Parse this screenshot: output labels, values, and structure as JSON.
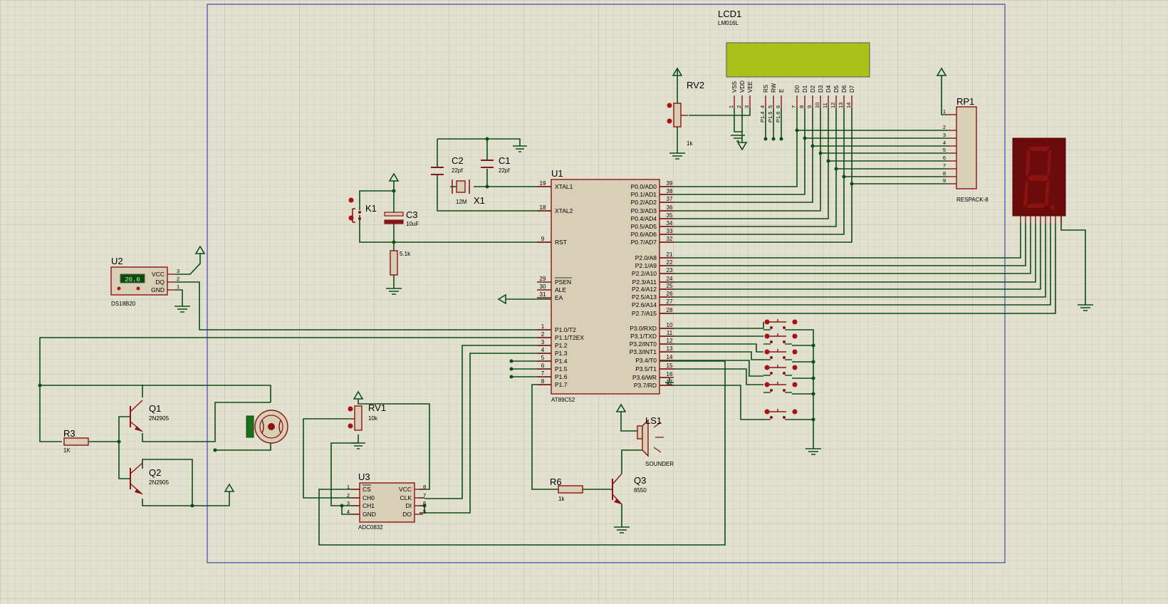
{
  "colors": {
    "background": "#e2e0cf",
    "grid": "#cfcdbd",
    "grid_major": "#bcbaa9",
    "border": "#1f2aa8",
    "wire": "#0d4d16",
    "body_outline": "#8a1414",
    "body_fill": "#d9ceb6",
    "pin": "#8a1414",
    "dot": "#a81414",
    "lcd_screen": "#a9c21a",
    "seg_body": "#6b0b0b",
    "seg_segment": "#8b1212",
    "sensor_display": "#0a4a0a",
    "sensor_text": "#b8ff9c"
  },
  "lcd": {
    "ref": "LCD1",
    "part": "LM016L",
    "pins": [
      "VSS",
      "VDD",
      "VEE",
      "RS",
      "RW",
      "E",
      "D0",
      "D1",
      "D2",
      "D3",
      "D4",
      "D5",
      "D6",
      "D7"
    ],
    "pin_nums": [
      "1",
      "2",
      "3",
      "4",
      "5",
      "6",
      "7",
      "8",
      "9",
      "10",
      "11",
      "12",
      "13",
      "14"
    ],
    "net_labels": [
      "P1.4",
      "P1.5",
      "P1.6"
    ]
  },
  "rv2": {
    "ref": "RV2",
    "value": "1k"
  },
  "rp1": {
    "ref": "RP1",
    "part": "RESPACK-8",
    "pin_nums": [
      "1",
      "2",
      "3",
      "4",
      "5",
      "6",
      "7",
      "8",
      "9"
    ]
  },
  "c2": {
    "ref": "C2",
    "value": "22pf"
  },
  "c1": {
    "ref": "C1",
    "value": "22pf"
  },
  "x1": {
    "ref": "X1",
    "value": "12M"
  },
  "k1": {
    "ref": "K1"
  },
  "c3": {
    "ref": "C3",
    "value": "10uF"
  },
  "r_reset": {
    "value": "5.1k"
  },
  "u1": {
    "ref": "U1",
    "part": "AT89C52",
    "left_pins": [
      {
        "num": "19",
        "label": "XTAL1"
      },
      {
        "num": "18",
        "label": "XTAL2"
      },
      {
        "num": "9",
        "label": "RST"
      },
      {
        "num": "29",
        "label": "PSEN"
      },
      {
        "num": "30",
        "label": "ALE"
      },
      {
        "num": "31",
        "label": "EA"
      },
      {
        "num": "1",
        "label": "P1.0/T2"
      },
      {
        "num": "2",
        "label": "P1.1/T2EX"
      },
      {
        "num": "3",
        "label": "P1.2"
      },
      {
        "num": "4",
        "label": "P1.3"
      },
      {
        "num": "5",
        "label": "P1.4"
      },
      {
        "num": "6",
        "label": "P1.5"
      },
      {
        "num": "7",
        "label": "P1.6"
      },
      {
        "num": "8",
        "label": "P1.7"
      }
    ],
    "right_pins": [
      {
        "num": "39",
        "label": "P0.0/AD0"
      },
      {
        "num": "38",
        "label": "P0.1/AD1"
      },
      {
        "num": "37",
        "label": "P0.2/AD2"
      },
      {
        "num": "36",
        "label": "P0.3/AD3"
      },
      {
        "num": "35",
        "label": "P0.4/AD4"
      },
      {
        "num": "34",
        "label": "P0.5/AD5"
      },
      {
        "num": "33",
        "label": "P0.6/AD6"
      },
      {
        "num": "32",
        "label": "P0.7/AD7"
      },
      {
        "num": "21",
        "label": "P2.0/A8"
      },
      {
        "num": "22",
        "label": "P2.1/A9"
      },
      {
        "num": "23",
        "label": "P2.2/A10"
      },
      {
        "num": "24",
        "label": "P2.3/A11"
      },
      {
        "num": "25",
        "label": "P2.4/A12"
      },
      {
        "num": "26",
        "label": "P2.5/A13"
      },
      {
        "num": "27",
        "label": "P2.6/A14"
      },
      {
        "num": "28",
        "label": "P2.7/A15"
      },
      {
        "num": "10",
        "label": "P3.0/RXD"
      },
      {
        "num": "11",
        "label": "P3.1/TXD"
      },
      {
        "num": "12",
        "label": "P3.2/INT0"
      },
      {
        "num": "13",
        "label": "P3.3/INT1"
      },
      {
        "num": "14",
        "label": "P3.4/T0"
      },
      {
        "num": "15",
        "label": "P3.5/T1"
      },
      {
        "num": "16",
        "label": "P3.6/WR"
      },
      {
        "num": "17",
        "label": "P3.7/RD"
      }
    ]
  },
  "u2": {
    "ref": "U2",
    "part": "DS18B20",
    "reading": "20.0",
    "pins": [
      {
        "num": "3",
        "label": "VCC"
      },
      {
        "num": "2",
        "label": "DQ"
      },
      {
        "num": "1",
        "label": "GND"
      }
    ]
  },
  "q1": {
    "ref": "Q1",
    "part": "2N2905"
  },
  "q2": {
    "ref": "Q2",
    "part": "2N2905"
  },
  "r3": {
    "ref": "R3",
    "value": "1K"
  },
  "rv1": {
    "ref": "RV1",
    "value": "10k"
  },
  "u3": {
    "ref": "U3",
    "part": "ADC0832",
    "left_pins": [
      {
        "num": "1",
        "label": "CS"
      },
      {
        "num": "2",
        "label": "CH0"
      },
      {
        "num": "3",
        "label": "CH1"
      },
      {
        "num": "4",
        "label": "GND"
      }
    ],
    "right_pins": [
      {
        "num": "8",
        "label": "VCC"
      },
      {
        "num": "7",
        "label": "CLK"
      },
      {
        "num": "6",
        "label": "DI"
      },
      {
        "num": "5",
        "label": "DO"
      }
    ]
  },
  "r6": {
    "ref": "R6",
    "value": "1k"
  },
  "q3": {
    "ref": "Q3",
    "part": "8550"
  },
  "ls1": {
    "ref": "LS1",
    "part": "SOUNDER"
  },
  "seven_seg": {
    "digit": "8"
  }
}
